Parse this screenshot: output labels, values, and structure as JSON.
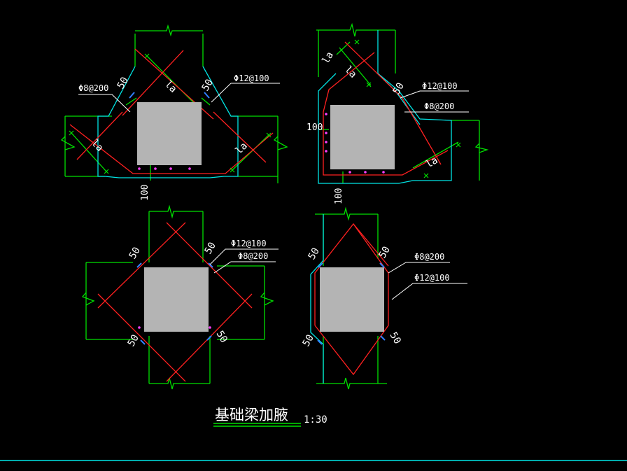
{
  "title": "基础梁加腋",
  "scale": "1:30",
  "details": [
    {
      "id": "tl",
      "labels": {
        "rebar_stirrup": "Φ8@200",
        "rebar_main": "Φ12@100",
        "dim_50_left": "50",
        "dim_50_right": "50",
        "la_top": "la",
        "la_left": "la",
        "la_right": "la",
        "dim_100": "100"
      }
    },
    {
      "id": "tr",
      "labels": {
        "rebar_main": "Φ12@100",
        "rebar_stirrup": "Φ8@200",
        "dim_50": "50",
        "dim_100_left": "100",
        "dim_100_bottom": "100",
        "la_top_a": "la",
        "la_top_b": "la",
        "la_right": "la"
      }
    },
    {
      "id": "bl",
      "labels": {
        "rebar_main": "Φ12@100",
        "rebar_stirrup": "Φ8@200",
        "dim_50_tl": "50",
        "dim_50_tr": "50",
        "dim_50_bl": "50",
        "dim_50_br": "50"
      }
    },
    {
      "id": "br",
      "labels": {
        "rebar_stirrup": "Φ8@200",
        "rebar_main": "Φ12@100",
        "dim_50_tl": "50",
        "dim_50_tr": "50",
        "dim_50_bl": "50",
        "dim_50_br": "50"
      }
    }
  ],
  "colors": {
    "background": "#000000",
    "beam_outline": "#00e000",
    "haunch_outline": "#00e5e5",
    "rebar": "#ff2020",
    "column": "#b4b4b4",
    "text": "#ffffff",
    "dots": "#ff40ff"
  }
}
